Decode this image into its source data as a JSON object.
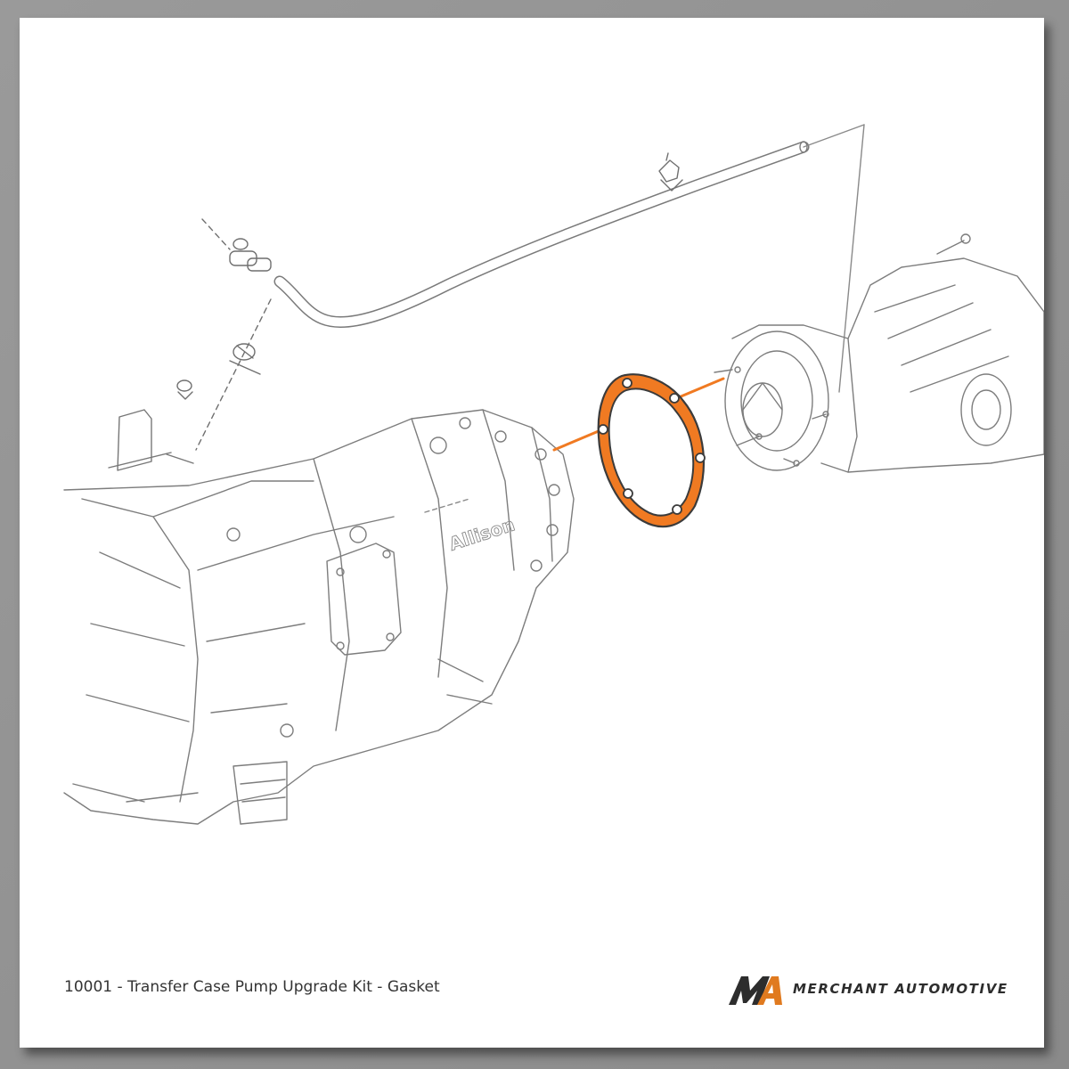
{
  "caption": "10001 - Transfer Case Pump Upgrade Kit - Gasket",
  "brand": {
    "logo_text": "MA",
    "name": "MERCHANT AUTOMOTIVE",
    "logo_dark": "#2d2d2d",
    "logo_accent": "#e07a1f"
  },
  "diagram": {
    "transmission_casting_text": "Allison",
    "highlight_color": "#f07a22",
    "line_color": "#6f6f6f",
    "highlighted_part_icon": "gasket-icon"
  }
}
